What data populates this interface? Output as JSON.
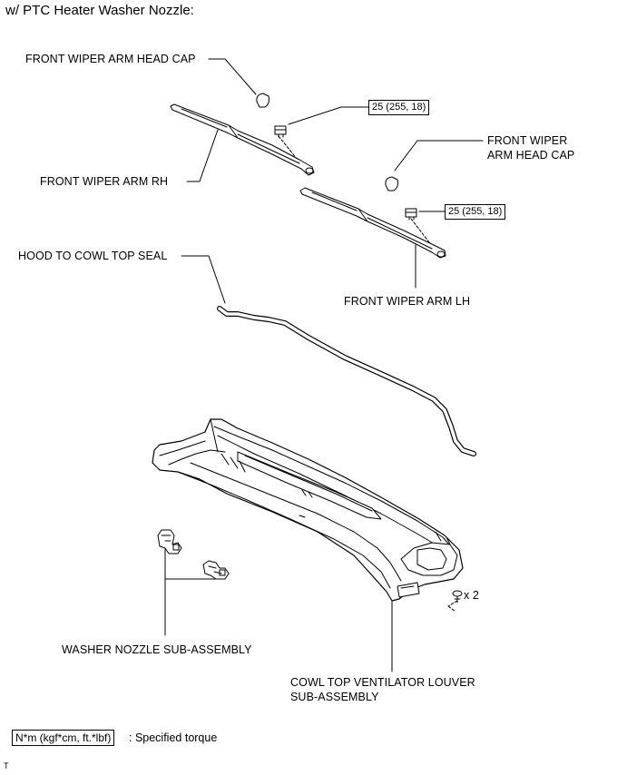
{
  "title": "w/ PTC Heater Washer Nozzle:",
  "labels": {
    "head_cap_rh": "FRONT WIPER ARM HEAD CAP",
    "head_cap_lh_line1": "FRONT WIPER",
    "head_cap_lh_line2": "ARM HEAD CAP",
    "arm_rh": "FRONT WIPER ARM RH",
    "arm_lh": "FRONT WIPER ARM LH",
    "seal": "HOOD TO COWL TOP SEAL",
    "nozzle": "WASHER NOZZLE SUB-ASSEMBLY",
    "louver_line1": "COWL TOP VENTILATOR LOUVER",
    "louver_line2": "SUB-ASSEMBLY",
    "clip_qty": "x 2"
  },
  "torque": {
    "rh": "25 (255, 18)",
    "lh": "25 (255, 18)"
  },
  "legend": {
    "box": "N*m (kgf*cm, ft.*lbf)",
    "text": ": Specified torque"
  },
  "corner_mark": "T"
}
